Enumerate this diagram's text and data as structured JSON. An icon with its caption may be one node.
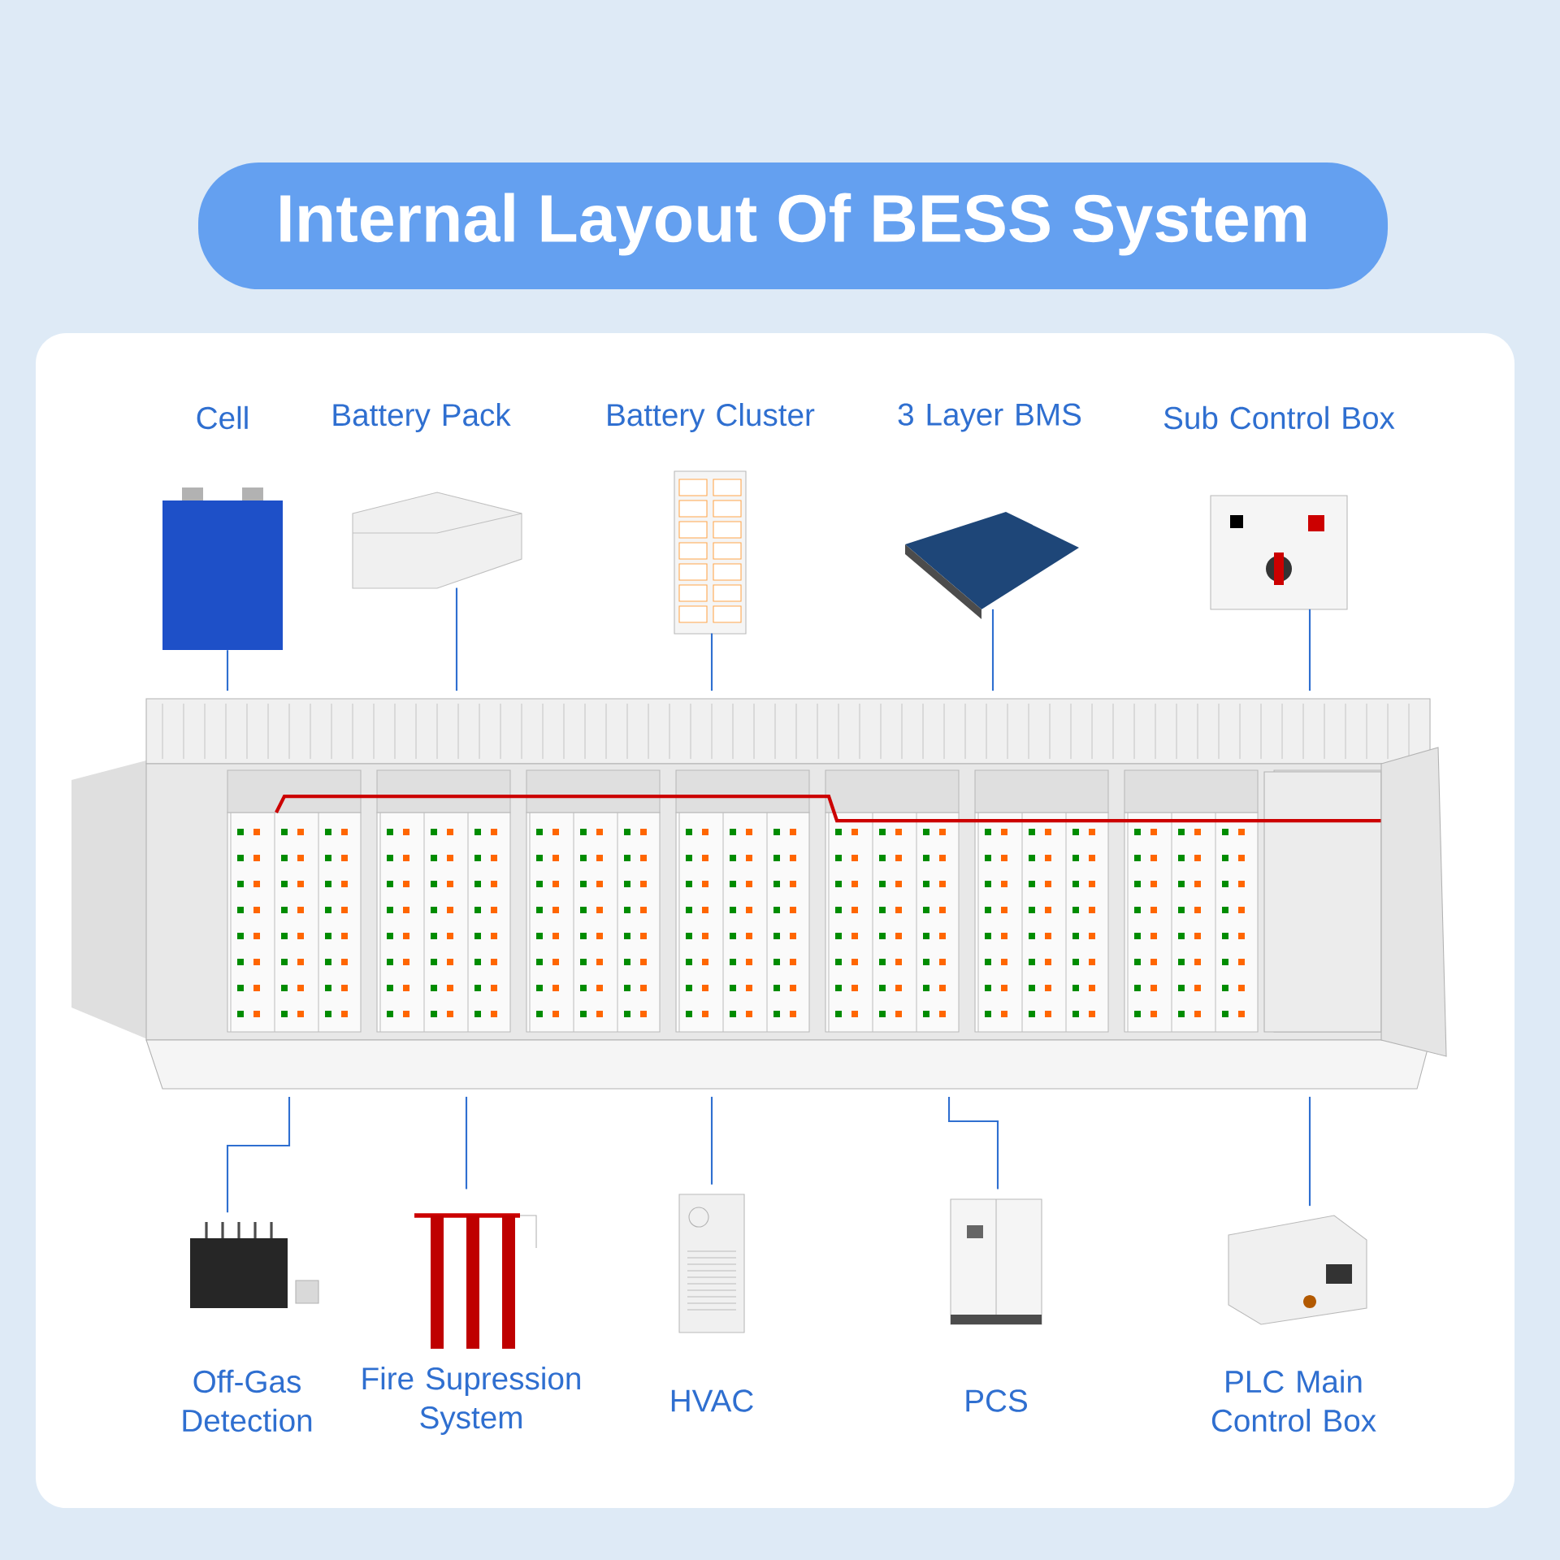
{
  "diagram": {
    "title": "Internal Layout Of BESS System",
    "nodes": [
      {
        "text": [
          "Cell"
        ]
      },
      {
        "text": [
          "Battery Pack"
        ]
      },
      {
        "text": [
          "Battery Cluster"
        ]
      },
      {
        "text": [
          "3 Layer BMS"
        ]
      },
      {
        "text": [
          "Sub Control Box"
        ]
      },
      {
        "text": [
          "Off-Gas Detection"
        ]
      },
      {
        "text": [
          "Fire Supression System"
        ]
      },
      {
        "text": [
          "HVAC"
        ]
      },
      {
        "text": [
          "PCS"
        ]
      },
      {
        "text": [
          "PLC Main Control Box"
        ]
      },
      {
        "text": [],
        "shape": "picture"
      }
    ],
    "edges": [
      {
        "from": 0,
        "to": 10,
        "arrow": "none"
      },
      {
        "from": 1,
        "to": 10,
        "arrow": "none"
      },
      {
        "from": 2,
        "to": 10,
        "arrow": "none"
      },
      {
        "from": 3,
        "to": 10,
        "arrow": "none"
      },
      {
        "from": 4,
        "to": 10,
        "arrow": "none"
      },
      {
        "from": 10,
        "to": 5,
        "arrow": "none"
      },
      {
        "from": 10,
        "to": 6,
        "arrow": "none"
      },
      {
        "from": 10,
        "to": 7,
        "arrow": "none"
      },
      {
        "from": 10,
        "to": 8,
        "arrow": "none"
      },
      {
        "from": 10,
        "to": 9,
        "arrow": "none"
      }
    ]
  }
}
